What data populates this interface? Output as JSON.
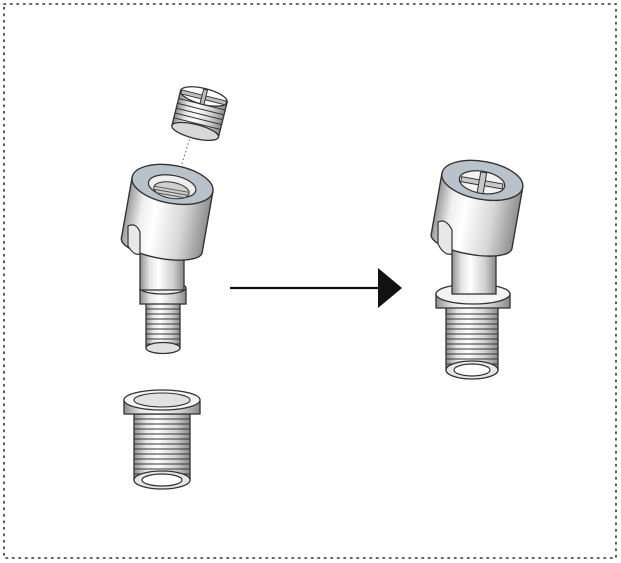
{
  "diagram": {
    "kind": "exploded-assembly",
    "before_label": "",
    "after_label": "",
    "parts": [
      "slotted-grub-screw",
      "swivel-eye-bolt",
      "threaded-flanged-insert"
    ],
    "arrow_direction": "right",
    "colors": {
      "border": "#333333",
      "outline": "#333333",
      "ring_top": "#b9c2ca",
      "metal_light": "#ffffff",
      "metal_mid": "#d4d4d4",
      "metal_dark": "#8a8a8a",
      "arrow": "#111111"
    }
  }
}
